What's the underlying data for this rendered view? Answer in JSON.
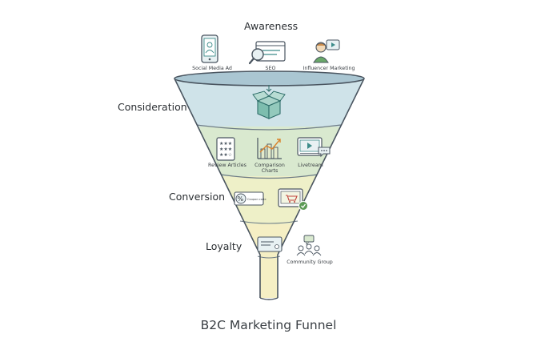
{
  "title": "B2C Marketing Funnel",
  "stages": {
    "awareness": "Awareness",
    "consideration": "Consideration",
    "conversion": "Conversion",
    "loyalty": "Loyalty"
  },
  "awareness_items": {
    "social": "Social Media Ad",
    "seo": "SEO",
    "influencer": "Influencer Marketing"
  },
  "consideration_items": {
    "review": "Review Articles",
    "comparison_line1": "Comparison",
    "comparison_line2": "Charts",
    "livestream": "Livetream"
  },
  "conversion_items": {
    "coupon": "Coupon code"
  },
  "loyalty_items": {
    "community": "Community Group"
  },
  "colors": {
    "awareness_band": "#cfe3e9",
    "consideration_band": "#d9e9cf",
    "conversion_band": "#eef0c8",
    "loyalty_band": "#f5efc4",
    "outline": "#4a5560",
    "icon_teal": "#3d8c8a",
    "icon_green": "#5c9a56"
  }
}
